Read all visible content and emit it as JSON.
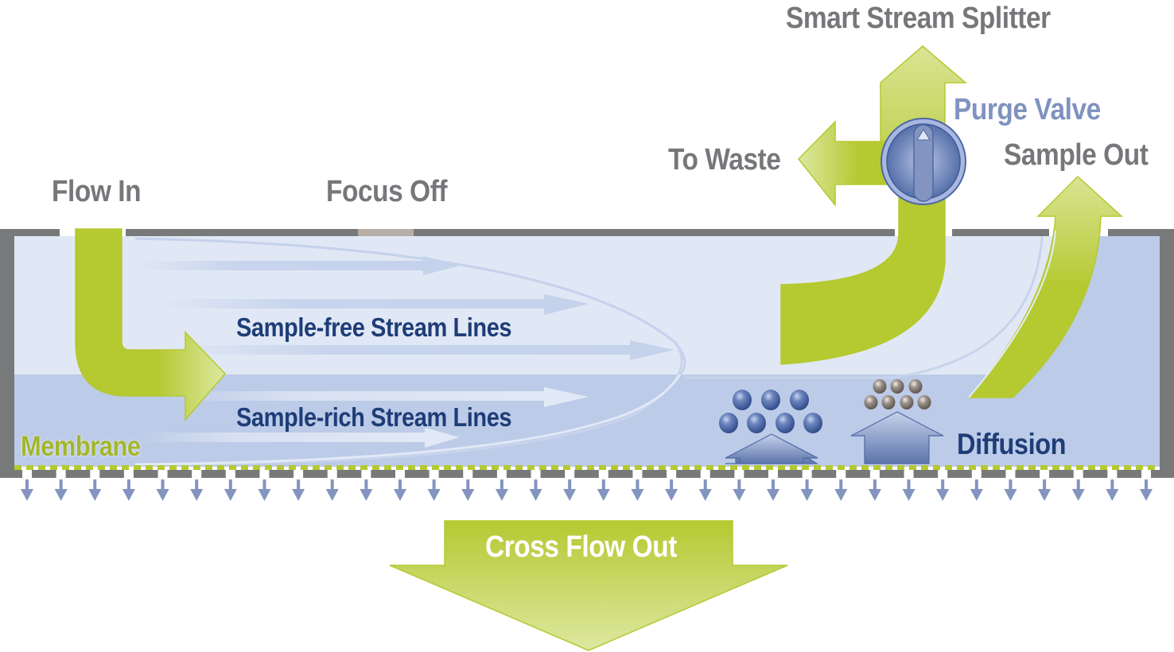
{
  "title": "Smart Stream Splitter",
  "labels": {
    "flow_in": "Flow In",
    "focus_off": "Focus Off",
    "to_waste": "To Waste",
    "purge_valve": "Purge Valve",
    "sample_out": "Sample Out",
    "sample_free": "Sample-free Stream Lines",
    "sample_rich": "Sample-rich Stream Lines",
    "membrane": "Membrane",
    "diffusion": "Diffusion",
    "cross_flow_out": "Cross Flow Out"
  },
  "colors": {
    "green": "#b5c931",
    "green_light": "#dde8a0",
    "channel_top": "#e1e8f5",
    "channel_bottom": "#bccbe7",
    "wall": "#78797b",
    "focus_port": "#b6aea6",
    "navy_text": "#1e3d78",
    "gray_text": "#76777a",
    "lavender_text": "#7f92c0",
    "particle_blue": "#3d5a98",
    "particle_gray": "#7a726a",
    "drain_arrow": "#8494c0"
  },
  "particles": {
    "large_count": 7,
    "small_count": 7
  },
  "drain_arrow_count": 34
}
